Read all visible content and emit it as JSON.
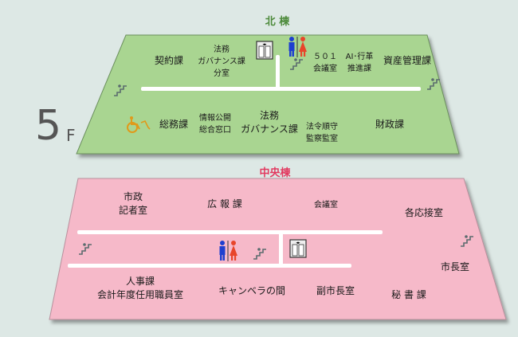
{
  "floor": {
    "number": "5",
    "suffix": "F"
  },
  "north": {
    "title": "北 棟",
    "rooms": {
      "keiyaku": "契約課",
      "houmu_top": "法務\nガバナンス課\n分室",
      "kaigishitsu_501": "５０１\n会議室",
      "ai_gyokaku": "AI･行革\n推進課",
      "shisan": "資産管理課",
      "soumu": "総務課",
      "jouhou": "情報公開\n総合窓口",
      "houmu_bottom": "法務\nガバナンス課",
      "hourei": "法令順守\n監察監室",
      "zaisei": "財政課"
    }
  },
  "center": {
    "title": "中央棟",
    "rooms": {
      "shisei": "市政\n記者室",
      "kouhou": "広 報 課",
      "kaigishitsu": "会議室",
      "kakuou": "各応接室",
      "shichoushitsu": "市長室",
      "jinji": "人事課\n会計年度任用職員室",
      "canvas": "キャンベラの間",
      "fukushichou": "副市長室",
      "hisho": "秘 書 課"
    }
  },
  "colors": {
    "north_fill": "#a9d591",
    "center_fill": "#f6b9c9",
    "north_title": "#4c8a3a",
    "center_title": "#e23a60",
    "corridor": "#ffffff"
  },
  "icons": [
    "elevator-icon",
    "restroom-icon",
    "stairs-icon",
    "wheelchair-icon"
  ]
}
